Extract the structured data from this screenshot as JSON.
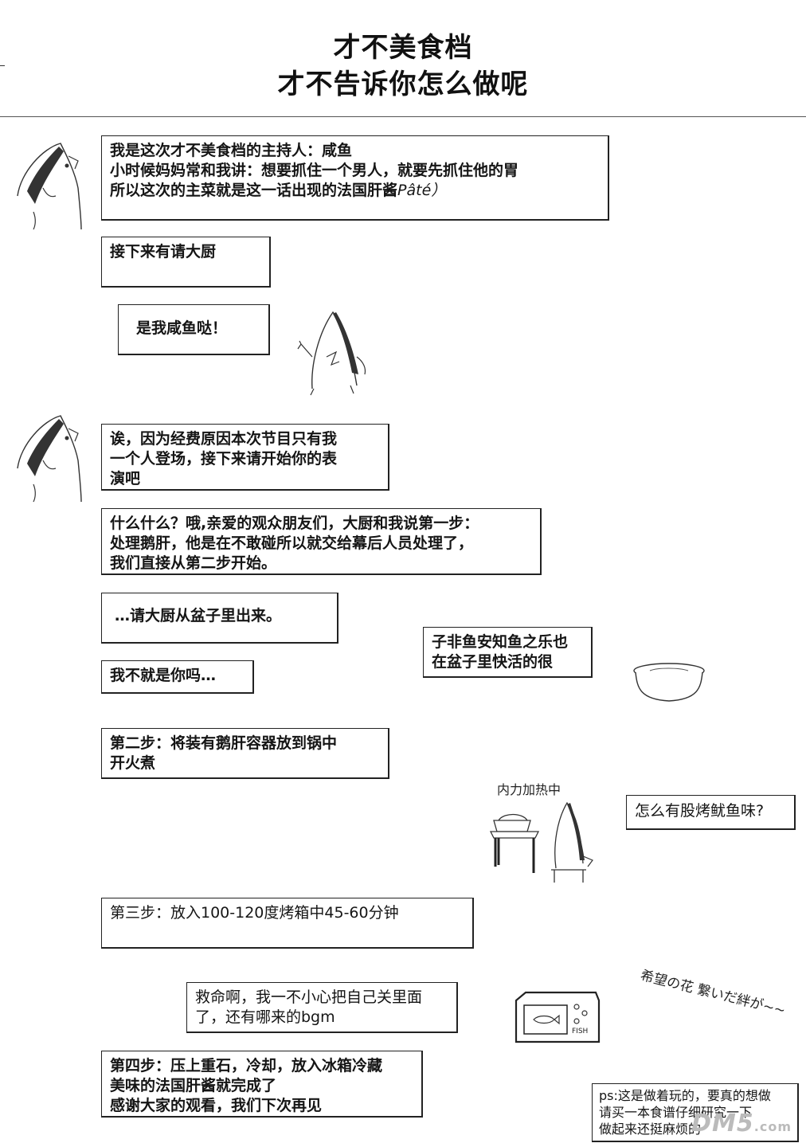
{
  "header": {
    "title_line1": "才不美食档",
    "title_line2": "才不告诉你怎么做呢"
  },
  "panels": {
    "intro": {
      "line1": "我是这次才不美食档的主持人：咸鱼",
      "line2": "小时候妈妈常和我讲：想要抓住一个男人，就要先抓住他的胃",
      "line3a": "所以这次的主菜就是这一话出现的法国肝酱",
      "line3b": "Pâté）"
    },
    "chef_call": {
      "text": "接下来有请大厨"
    },
    "chef_reply": {
      "text": "是我咸鱼哒！"
    },
    "budget": {
      "line1": "诶，因为经费原因本次节目只有我",
      "line2": "一个人登场，接下来请开始你的表",
      "line3": "演吧"
    },
    "step1": {
      "line1": "什么什么？哦,亲爱的观众朋友们，大厨和我说第一步：",
      "line2": "处理鹅肝，他是在不敢碰所以就交给幕后人员处理了，",
      "line3": "我们直接从第二步开始。"
    },
    "come_out": {
      "text": "…请大厨从盆子里出来。"
    },
    "bowl_reply": {
      "line1": "子非鱼安知鱼之乐也",
      "line2": "在盆子里快活的很"
    },
    "isnt_it_you": {
      "text": "我不就是你吗…"
    },
    "step2": {
      "line1": "第二步：将装有鹅肝容器放到锅中",
      "line2": "开火煮"
    },
    "heating_label": "内力加热中",
    "squid_smell": {
      "text": "怎么有股烤鱿鱼味?"
    },
    "step3": {
      "text": "第三步：放入100-120度烤箱中45-60分钟"
    },
    "song_lyric": "希望の花  繋いだ絆が~~",
    "help": {
      "line1": "救命啊，我一不小心把自己关里面",
      "line2": "了，还有哪来的bgm"
    },
    "oven_label": "FISH",
    "step4": {
      "line1": "第四步：压上重石，冷却，放入冰箱冷藏",
      "line2": "美味的法国肝酱就完成了",
      "line3": "感谢大家的观看，我们下次再见"
    },
    "ps": {
      "line1": "ps:这是做着玩的，要真的想做",
      "line2": "请买一本食谱仔细研究一下",
      "line3": "做起来还挺麻烦的"
    }
  },
  "watermark": {
    "main": "DM5",
    "suffix": ".com"
  }
}
